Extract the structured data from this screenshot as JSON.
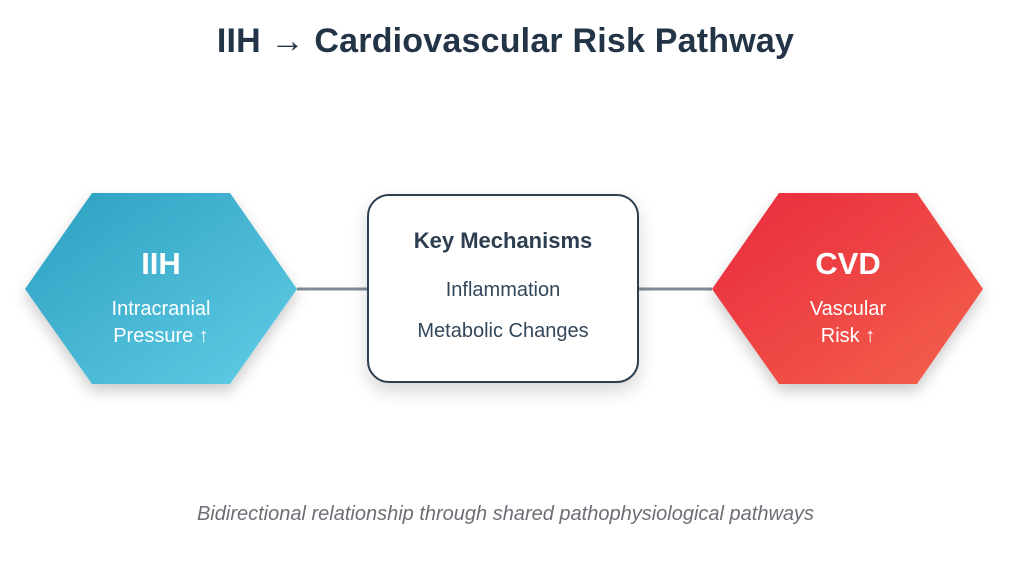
{
  "title": "IIH → Cardiovascular Risk Pathway",
  "left_node": {
    "heading": "IIH",
    "sub_line1": "Intracranial",
    "sub_line2": "Pressure ↑",
    "gradient_start": "#2b9fc0",
    "gradient_end": "#62cde6"
  },
  "center_node": {
    "heading": "Key Mechanisms",
    "items": [
      "Inflammation",
      "Metabolic Changes"
    ],
    "border_color": "#2c3e50"
  },
  "right_node": {
    "heading": "CVD",
    "sub_line1": "Vascular",
    "sub_line2": "Risk ↑",
    "gradient_start": "#e9293f",
    "gradient_end": "#f4624a"
  },
  "connector_color": "#7f8c99",
  "caption": "Bidirectional relationship through shared pathophysiological pathways"
}
